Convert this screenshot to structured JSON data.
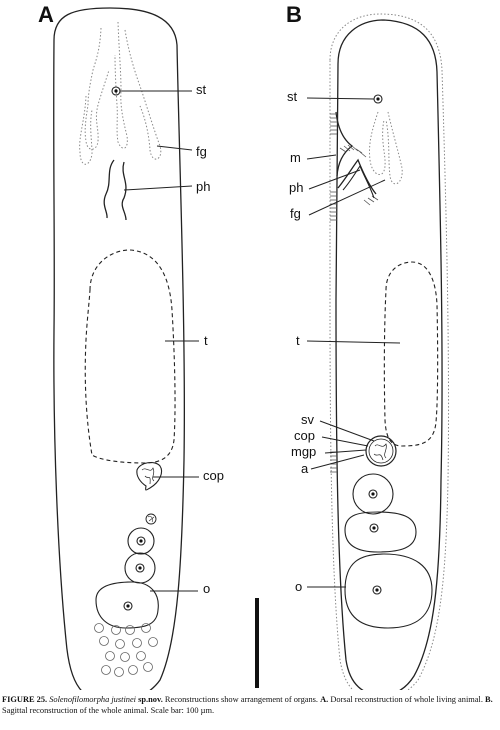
{
  "panel_a": {
    "letter": "A",
    "labels": {
      "st": "st",
      "fg": "fg",
      "ph": "ph",
      "t": "t",
      "cop": "cop",
      "o": "o"
    }
  },
  "panel_b": {
    "letter": "B",
    "labels": {
      "st": "st",
      "m": "m",
      "ph": "ph",
      "fg": "fg",
      "t": "t",
      "sv": "sv",
      "cop": "cop",
      "mgp": "mgp",
      "a": "a",
      "o": "o"
    }
  },
  "caption": {
    "figure_label": "FIGURE 25.",
    "species": "Solenofilomorpha justinei",
    "sp_nov": "sp.nov.",
    "text": "Reconstructions show arrangement of organs.",
    "a_letter": "A.",
    "a_text": "Dorsal reconstruction of whole living animal.",
    "b_letter": "B.",
    "b_text": "Sagittal reconstruction of the whole animal. Scale bar: 100 µm."
  },
  "scale_bar_label": "Scale bar: 100 µm"
}
